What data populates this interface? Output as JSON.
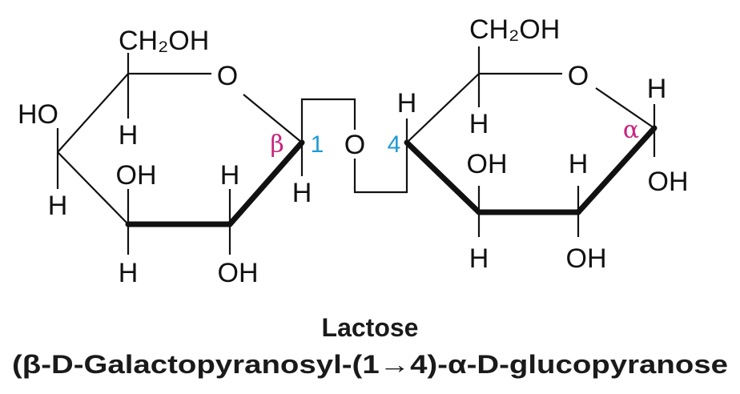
{
  "colors": {
    "text": "#111111",
    "anomeric_greek": "#c8237f",
    "linkage_numbers": "#1f9ad6"
  },
  "galactose": {
    "ch2oh": "CH₂OH",
    "ring_o": "O",
    "c4_ho": "HO",
    "c4_h": "H",
    "c5_h": "H",
    "c3_oh": "OH",
    "c3_h": "H",
    "c2_h": "H",
    "c2_oh": "OH",
    "c1_h": "H",
    "beta": "β",
    "pos_1": "1"
  },
  "glycosidic_o": "O",
  "glucose": {
    "pos_4": "4",
    "c4_h": "H",
    "ch2oh": "CH₂OH",
    "ring_o": "O",
    "c5_h": "H",
    "c3_oh": "OH",
    "c3_h": "H",
    "c2_h": "H",
    "c2_oh": "OH",
    "c1_h": "H",
    "c1_oh": "OH",
    "alpha": "α"
  },
  "caption": {
    "name": "Lactose",
    "systematic": "(β-D-Galactopyranosyl-(1→4)-α-D-glucopyranose"
  }
}
